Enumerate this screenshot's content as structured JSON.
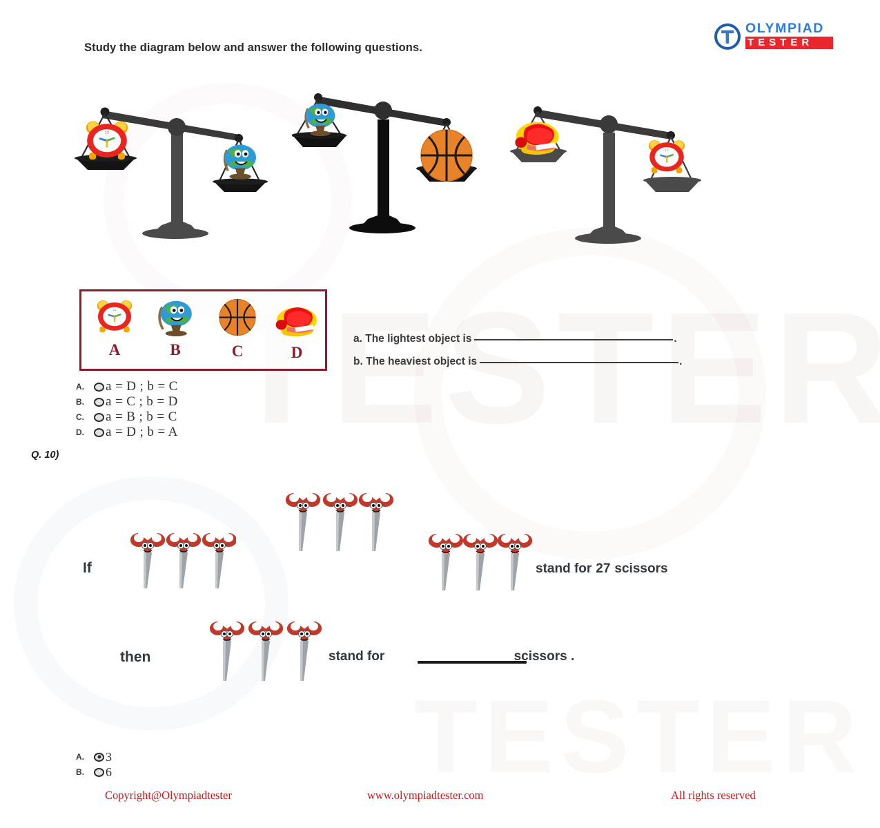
{
  "header": {
    "instruction": "Study the diagram below and answer the following questions.",
    "logo": {
      "mark": "circle-t-icon",
      "primary": "OLYMPIAD",
      "secondary": "TESTER",
      "primary_color": "#2e7fd4",
      "secondary_bg": "#e8262b"
    }
  },
  "balances": [
    {
      "name": "balance-1",
      "left_item": "alarm-clock",
      "right_item": "globe",
      "tilt": "left-down"
    },
    {
      "name": "balance-2",
      "left_item": "globe",
      "right_item": "basketball",
      "tilt": "right-down"
    },
    {
      "name": "balance-3",
      "left_item": "stapler",
      "right_item": "alarm-clock",
      "tilt": "right-down"
    }
  ],
  "legend": {
    "border_color": "#8c1b2c",
    "items": [
      {
        "label": "A",
        "icon": "alarm-clock-icon"
      },
      {
        "label": "B",
        "icon": "globe-icon"
      },
      {
        "label": "C",
        "icon": "basketball-icon"
      },
      {
        "label": "D",
        "icon": "stapler-icon"
      }
    ]
  },
  "questions": {
    "a": {
      "text": "a. The lightest object is",
      "blank": "",
      "end": "."
    },
    "b": {
      "text": "b. The heaviest object is",
      "blank": "",
      "end": "."
    }
  },
  "options_q9": [
    {
      "key": "A.",
      "text": "a = D ; b = C",
      "selected": false
    },
    {
      "key": "B.",
      "text": "a = C ; b = D",
      "selected": false
    },
    {
      "key": "C.",
      "text": "a = B ; b = C",
      "selected": false
    },
    {
      "key": "D.",
      "text": "a = D ; b = A",
      "selected": false
    }
  ],
  "question_10": {
    "number": "Q. 10)",
    "if_word": "If",
    "then_word": "then",
    "if_clause": {
      "stand_for": "stand for",
      "count": "27",
      "unit": "scissors"
    },
    "then_clause": {
      "stand_for": "stand for",
      "blank": "",
      "unit": "scissors",
      "end": "."
    },
    "if_scissors_count": 9,
    "then_scissors_count": 3,
    "scissors_icon": "scissors-icon"
  },
  "options_q10": [
    {
      "key": "A.",
      "text": "3",
      "selected": true
    },
    {
      "key": "B.",
      "text": "6",
      "selected": false
    }
  ],
  "footer": {
    "left": "Copyright@Olympiadtester",
    "center": "www.olympiadtester.com",
    "right": "All rights reserved",
    "color": "#cf1717"
  },
  "watermark": {
    "text_1": "TESTER",
    "text_2": "TESTER"
  }
}
